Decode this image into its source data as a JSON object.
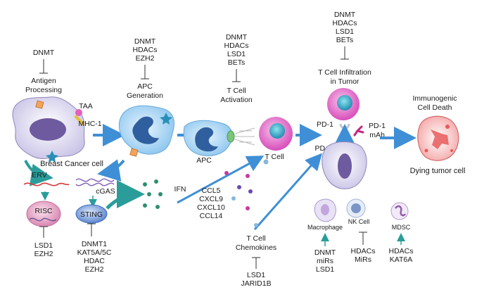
{
  "colors": {
    "arrow_blue": "#3f8fd6",
    "teal": "#2a9d9a",
    "cancer_cell": "#d7d3ec",
    "nucleus_purple": "#6e5a9e",
    "apc_blue": "#b5dcf7",
    "apc_nucleus": "#2f5f9e",
    "tcell_pink": "#e35ec4",
    "tcell_core": "#3fb0c9",
    "risc_pink": "#e9a6c4",
    "sting_blue": "#7fa4e0",
    "dying_cell": "#f4b0b0"
  },
  "labels": {
    "dnmt_top_left": "DNMT",
    "antigen_processing": [
      "Antigen",
      "Processing"
    ],
    "taa": "TAA",
    "mhc1": "MHC-1",
    "breast_cancer_cell": "Breast Cancer cell",
    "apc_gen_regulators": [
      "DNMT",
      "HDACs",
      "EZH2"
    ],
    "apc_generation": [
      "APC",
      "Generation"
    ],
    "tcell_act_regulators": [
      "DNMT",
      "HDACs",
      "LSD1",
      "BETs"
    ],
    "tcell_activation": [
      "T Cell",
      "Activation"
    ],
    "apc": "APC",
    "tcell": "T Cell",
    "infil_regulators": [
      "DNMT",
      "HDACs",
      "LSD1",
      "BETs"
    ],
    "tcell_infiltration": [
      "T Cell Infiltration",
      "in Tumor"
    ],
    "pd1": "PD-1",
    "pd11": "PD-11",
    "pd1_mab": [
      "PD-1",
      "mAb"
    ],
    "immunogenic": [
      "Immunogenic",
      "Cell Death"
    ],
    "dying_tumor_cell": "Dying tumor cell",
    "erv": "ERV",
    "cgas": "cGAS",
    "risc": "RISC",
    "sting": "STING",
    "ifn": "IFN",
    "risc_regulators": [
      "LSD1",
      "EZH2"
    ],
    "sting_regulators": [
      "DNMT1",
      "KAT5A/5C",
      "HDAC",
      "EZH2"
    ],
    "chemokines": [
      "CCL5",
      "CXCL9",
      "CXCL10",
      "CCL14"
    ],
    "tcell_chemokines": [
      "T Cell",
      "Chemokines"
    ],
    "chemokine_regulators": [
      "LSD1",
      "JARID1B"
    ],
    "macrophage": "Macrophage",
    "nk_cell": "NK Cell",
    "mdsc": "MDSC",
    "macrophage_regulators": [
      "DNMT",
      "miRs",
      "LSD1"
    ],
    "nk_regulators": [
      "HDACs",
      "MiRs"
    ],
    "mdsc_regulators": [
      "HDACs",
      "KAT6A"
    ]
  }
}
